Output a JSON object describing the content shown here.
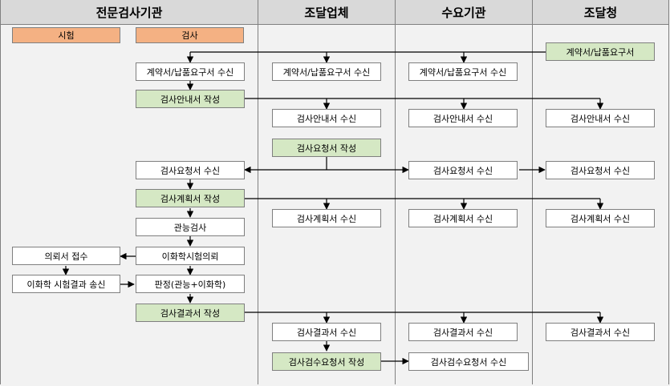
{
  "lanes": {
    "agency": "전문검사기관",
    "supplier": "조달업체",
    "demand": "수요기관",
    "procurement": "조달청"
  },
  "roles": {
    "test": "시험",
    "inspection": "검사"
  },
  "nodes": {
    "pps_contract": "계약서/납품요구서",
    "agency_contract": "계약서/납품요구서 수신",
    "supplier_contract": "계약서/납품요구서 수신",
    "demand_contract": "계약서/납품요구서 수신",
    "guide_write": "검사안내서 작성",
    "supplier_guide": "검사안내서 수신",
    "demand_guide": "검사안내서 수신",
    "pps_guide": "검사안내서 수신",
    "request_write": "검사요청서 작성",
    "agency_request": "검사요청서 수신",
    "demand_request": "검사요청서 수신",
    "pps_request": "검사요청서 수신",
    "plan_write": "검사계획서 작성",
    "supplier_plan": "검사계획서 수신",
    "demand_plan": "검사계획서 수신",
    "pps_plan": "검사계획서 수신",
    "visual_inspection": "관능검사",
    "chem_test_request": "이화학시험의뢰",
    "request_receipt": "의뢰서 접수",
    "chem_result_send": "이화학 시험결과 송신",
    "judgement": "판정(관능+이화학)",
    "result_write": "검사결과서 작성",
    "supplier_result": "검사결과서 수신",
    "demand_result": "검사결과서 수신",
    "pps_result": "검사결과서 수신",
    "acceptance_write": "검사검수요청서 작성",
    "demand_acceptance": "검사검수요청서 수신"
  },
  "colors": {
    "header_bg": "#d9d9d9",
    "lane_bg": "#f2f2f2",
    "action_green": "#d5e8c4",
    "role_orange": "#f4b183",
    "box_white": "#ffffff",
    "border": "#7f7f7f"
  }
}
